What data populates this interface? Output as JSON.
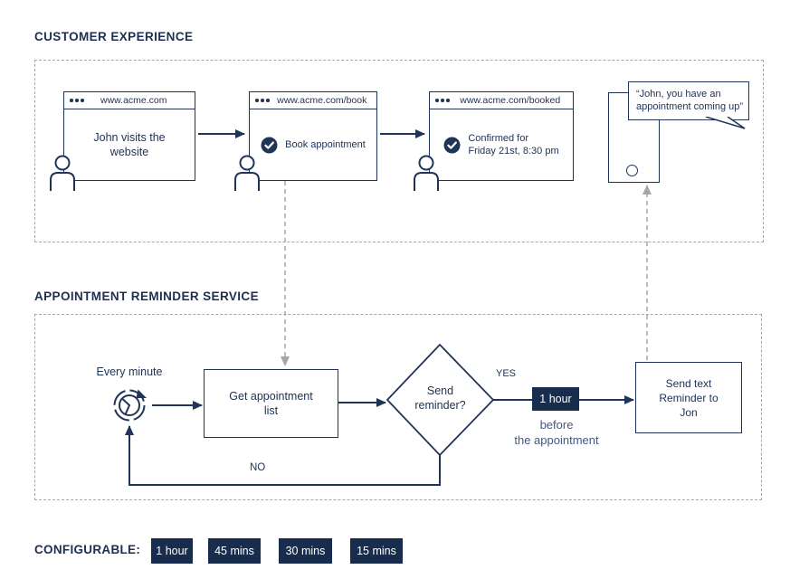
{
  "colors": {
    "navy": "#203457",
    "badge_bg": "#182c4e",
    "dash_gray": "#a6a6a6",
    "caption_navy": "#44597c"
  },
  "customer_section": {
    "title": "CUSTOMER EXPERIENCE"
  },
  "service_section": {
    "title": "APPOINTMENT REMINDER SERVICE"
  },
  "browsers": [
    {
      "url": "www.acme.com",
      "lines": [
        "John visits the",
        "website"
      ]
    },
    {
      "url": "www.acme.com/book",
      "lines": [
        "Book appointment"
      ]
    },
    {
      "url": "www.acme.com/booked",
      "lines": [
        "Confirmed for",
        "Friday 21st, 8:30 pm"
      ]
    }
  ],
  "phone": {
    "message_lines": [
      "“John, you have an",
      "appointment coming up”"
    ]
  },
  "flow": {
    "trigger_label": "Every minute",
    "get_list_lines": [
      "Get appointment",
      "list"
    ],
    "decision_lines": [
      "Send",
      "reminder?"
    ],
    "yes_label": "YES",
    "no_label": "NO",
    "duration_badge": "1 hour",
    "caption_lines": [
      "before",
      "the appointment"
    ],
    "action_lines": [
      "Send text",
      "Reminder to",
      "Jon"
    ]
  },
  "configurable": {
    "label": "CONFIGURABLE:",
    "options": [
      "1 hour",
      "45 mins",
      "30 mins",
      "15 mins"
    ]
  }
}
